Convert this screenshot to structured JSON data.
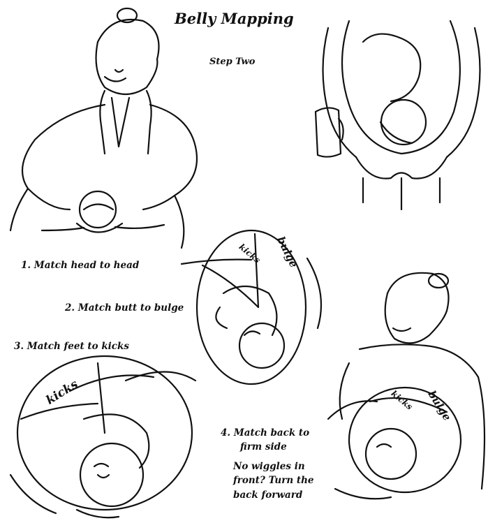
{
  "header": {
    "title": "Belly Mapping",
    "subtitle": "Step Two"
  },
  "steps": [
    {
      "label": "1. Match head to head"
    },
    {
      "label": "2. Match butt to bulge"
    },
    {
      "label": "3. Match feet to kicks"
    },
    {
      "label_line1": "4. Match back to",
      "label_line2": "firm side"
    }
  ],
  "note": {
    "line1": "No wiggles in",
    "line2": "front? Turn the",
    "line3": "back forward"
  },
  "belly_labels": {
    "bulge": "bulge",
    "kicks": "kicks"
  }
}
